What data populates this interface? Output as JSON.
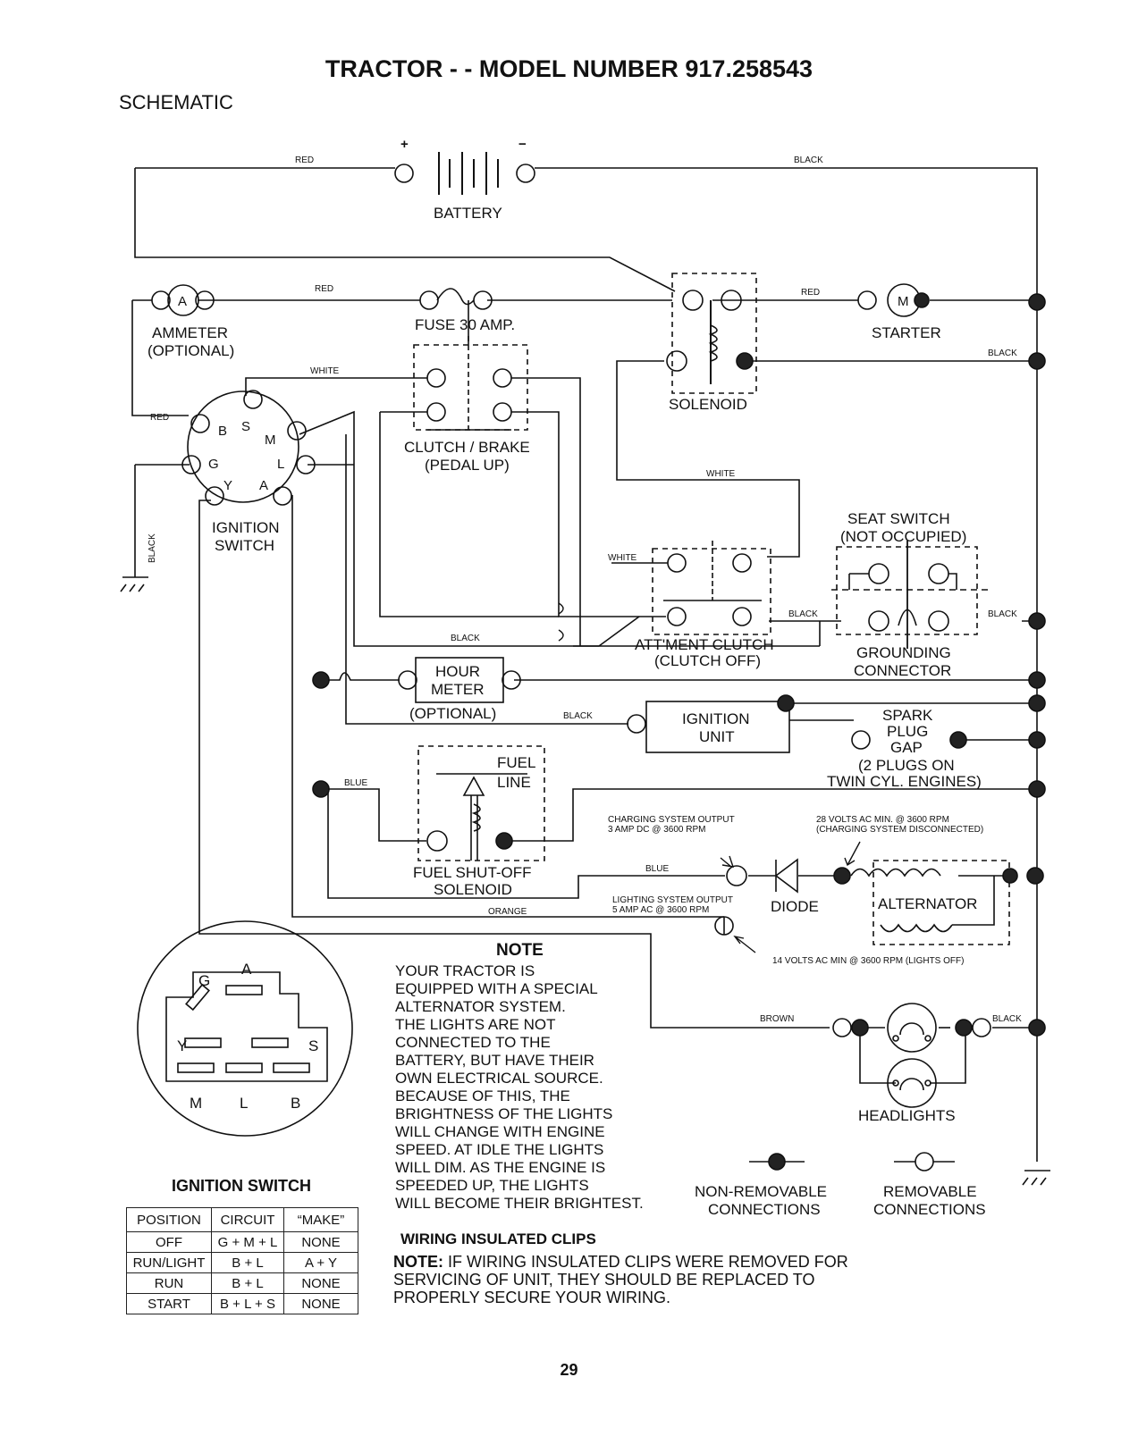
{
  "page": {
    "title": "TRACTOR - - MODEL NUMBER 917.258543",
    "subtitle": "SCHEMATIC",
    "page_number": "29"
  },
  "wire_colors": {
    "red": "RED",
    "black": "BLACK",
    "white": "WHITE",
    "blue": "BLUE",
    "orange": "ORANGE",
    "brown": "BROWN"
  },
  "components": {
    "battery": "BATTERY",
    "battery_pos": "+",
    "battery_neg": "−",
    "ammeter": "AMMETER",
    "ammeter_opt": "(OPTIONAL)",
    "ammeter_letter": "A",
    "fuse": "FUSE 30 AMP.",
    "starter": "STARTER",
    "starter_letter": "M",
    "solenoid": "SOLENOID",
    "clutch_brake": "CLUTCH / BRAKE",
    "clutch_brake_sub": "(PEDAL UP)",
    "ignition_switch_l1": "IGNITION",
    "ignition_switch_l2": "SWITCH",
    "seat_switch": "SEAT SWITCH",
    "seat_switch_sub": "(NOT OCCUPIED)",
    "attment_clutch": "ATT'MENT CLUTCH",
    "attment_clutch_sub": "(CLUTCH OFF)",
    "grounding": "GROUNDING",
    "grounding_sub": "CONNECTOR",
    "hour_meter_l1": "HOUR",
    "hour_meter_l2": "METER",
    "hour_meter_opt": "(OPTIONAL)",
    "ignition_unit_l1": "IGNITION",
    "ignition_unit_l2": "UNIT",
    "spark_l1": "SPARK",
    "spark_l2": "PLUG",
    "spark_l3": "GAP",
    "spark_l4": "(2 PLUGS ON",
    "spark_l5": "TWIN CYL. ENGINES)",
    "fuel_l1": "FUEL",
    "fuel_l2": "LINE",
    "fuel_sol_l1": "FUEL SHUT-OFF",
    "fuel_sol_l2": "SOLENOID",
    "charging_l1": "CHARGING SYSTEM OUTPUT",
    "charging_l2": "3 AMP DC @ 3600 RPM",
    "volts28_l1": "28 VOLTS AC MIN. @ 3600 RPM",
    "volts28_l2": "(CHARGING SYSTEM DISCONNECTED)",
    "lighting_l1": "LIGHTING SYSTEM OUTPUT",
    "lighting_l2": "5 AMP AC @ 3600 RPM",
    "diode": "DIODE",
    "alternator": "ALTERNATOR",
    "volts14": "14 VOLTS AC MIN @ 3600 RPM (LIGHTS OFF)",
    "headlights": "HEADLIGHTS",
    "term_b": "B",
    "term_s": "S",
    "term_m": "M",
    "term_g": "G",
    "term_l": "L",
    "term_y": "Y",
    "term_a": "A"
  },
  "legend": {
    "non_removable_l1": "NON-REMOVABLE",
    "non_removable_l2": "CONNECTIONS",
    "removable_l1": "REMOVABLE",
    "removable_l2": "CONNECTIONS"
  },
  "switch_face": {
    "g": "G",
    "a": "A",
    "y": "Y",
    "s": "S",
    "m": "M",
    "l": "L",
    "b": "B"
  },
  "ignition_table": {
    "title": "IGNITION SWITCH",
    "headers": [
      "POSITION",
      "CIRCUIT",
      "“MAKE”"
    ],
    "rows": [
      [
        "OFF",
        "G + M + L",
        "NONE"
      ],
      [
        "RUN/LIGHT",
        "B + L",
        "A + Y"
      ],
      [
        "RUN",
        "B + L",
        "NONE"
      ],
      [
        "START",
        "B + L + S",
        "NONE"
      ]
    ]
  },
  "note": {
    "title": "NOTE",
    "body": "YOUR TRACTOR IS\nEQUIPPED WITH A SPECIAL\nALTERNATOR SYSTEM.\nTHE LIGHTS ARE NOT\nCONNECTED TO THE\nBATTERY, BUT HAVE THEIR\nOWN ELECTRICAL SOURCE.\nBECAUSE OF THIS, THE\nBRIGHTNESS OF THE LIGHTS\nWILL CHANGE WITH ENGINE\nSPEED.  AT IDLE THE LIGHTS\nWILL DIM.  AS THE ENGINE IS\nSPEEDED UP, THE LIGHTS\nWILL BECOME THEIR BRIGHTEST."
  },
  "clips": {
    "title": "WIRING INSULATED CLIPS",
    "lead": "NOTE:",
    "body": " IF WIRING INSULATED CLIPS WERE REMOVED FOR\nSERVICING OF UNIT, THEY SHOULD BE REPLACED TO\nPROPERLY SECURE YOUR WIRING."
  }
}
